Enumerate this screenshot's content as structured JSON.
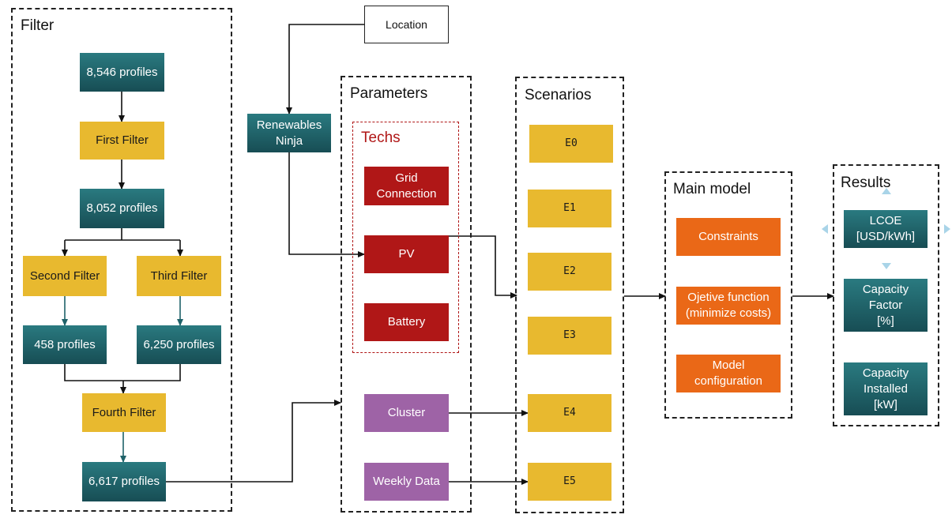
{
  "groups": {
    "filter": "Filter",
    "parameters": "Parameters",
    "techs": "Techs",
    "scenarios": "Scenarios",
    "main_model": "Main model",
    "results": "Results"
  },
  "nodes": {
    "profiles_8546": "8,546 profiles",
    "first_filter": "First Filter",
    "profiles_8052": "8,052 profiles",
    "second_filter": "Second Filter",
    "third_filter": "Third Filter",
    "profiles_458": "458 profiles",
    "profiles_6250": "6,250 profiles",
    "fourth_filter": "Fourth Filter",
    "profiles_6617": "6,617 profiles",
    "location": "Location",
    "renewables_ninja": "Renewables\nNinja",
    "grid_connection": "Grid\nConnection",
    "pv": "PV",
    "battery": "Battery",
    "cluster": "Cluster",
    "weekly_data": "Weekly Data",
    "e0": "E0",
    "e1": "E1",
    "e2": "E2",
    "e3": "E3",
    "e4": "E4",
    "e5": "E5",
    "constraints": "Constraints",
    "objective": "Ojetive function\n(minimize costs)",
    "model_config": "Model\nconfiguration",
    "lcoe": "LCOE\n[USD/kWh]",
    "capacity_factor": "Capacity\nFactor\n[%]",
    "capacity_installed": "Capacity\nInstalled\n[kW]"
  },
  "colors": {
    "teal": "#1f6269",
    "yellow": "#e8b92f",
    "red": "#b01717",
    "orange": "#ea6817",
    "purple": "#9e63a6",
    "nav_arrows": "#a9d4e8"
  }
}
